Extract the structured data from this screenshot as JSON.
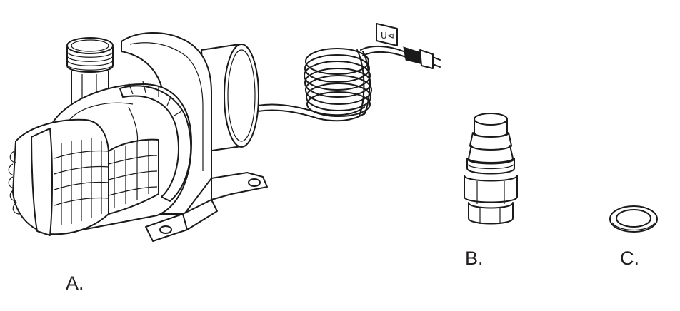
{
  "labels": {
    "pump": "A.",
    "fitting": "B.",
    "washer": "C."
  },
  "plug_marking": "ᑌ⊲"
}
